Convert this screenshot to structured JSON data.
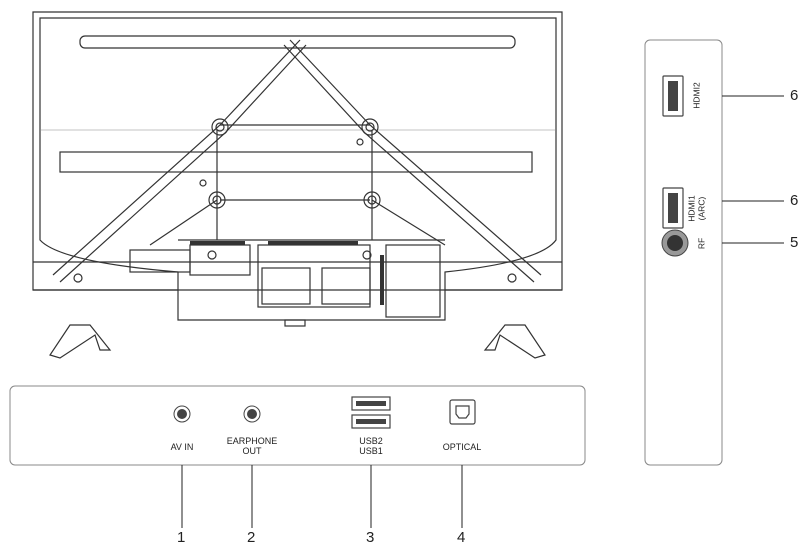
{
  "bottom_panel": {
    "av_in": "AV IN",
    "earphone_line1": "EARPHONE",
    "earphone_line2": "OUT",
    "usb2": "USB2",
    "usb1": "USB1",
    "optical": "OPTICAL"
  },
  "side_panel": {
    "hdmi2": "HDMI2",
    "hdmi1_line1": "HDMI1",
    "hdmi1_line2": "(ARC)",
    "rf": "RF"
  },
  "callouts": {
    "c1": "1",
    "c2": "2",
    "c3": "3",
    "c4": "4",
    "c6a": "6",
    "c6b": "6",
    "c5": "5"
  }
}
